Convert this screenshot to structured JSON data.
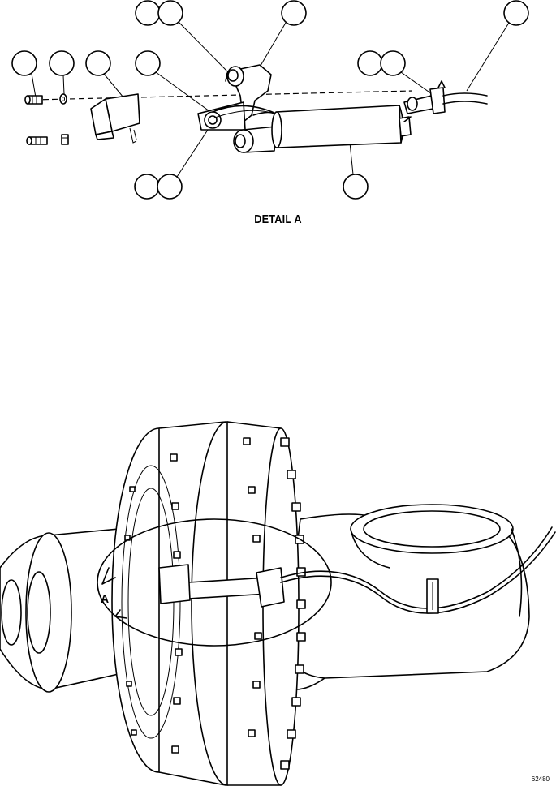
{
  "detail": {
    "title": "DETAIL A"
  },
  "main_view": {
    "view_label": "A"
  },
  "figure": {
    "number": "62480"
  }
}
